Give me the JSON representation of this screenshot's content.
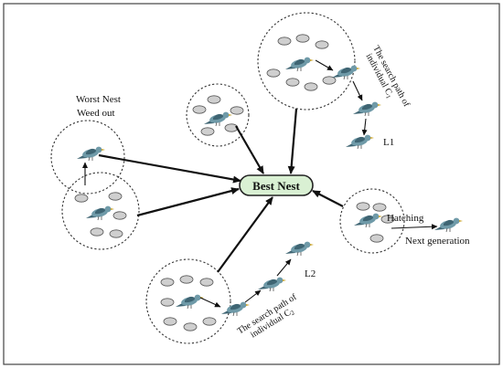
{
  "hub": {
    "label": "Best Nest",
    "fill": "#d9f0d3",
    "stroke": "#222222"
  },
  "labels": {
    "worst_nest": "Worst Nest",
    "weed_out": "Weed out",
    "hatching": "Hatching",
    "next_generation": "Next generation",
    "l1": "L1",
    "l2": "L2",
    "path1_line1": "The search path of",
    "path1_line2": "individual C",
    "path1_sub": "1",
    "path2_line1": "The search path of",
    "path2_line2": "individual C",
    "path2_sub": "2"
  },
  "colors": {
    "egg_fill": "#cfcfcf",
    "egg_stroke": "#555555",
    "nest_stroke": "#333333",
    "bird_body": "#6f9aa8",
    "bird_wing": "#3f6573",
    "bird_beak": "#c9a227"
  }
}
